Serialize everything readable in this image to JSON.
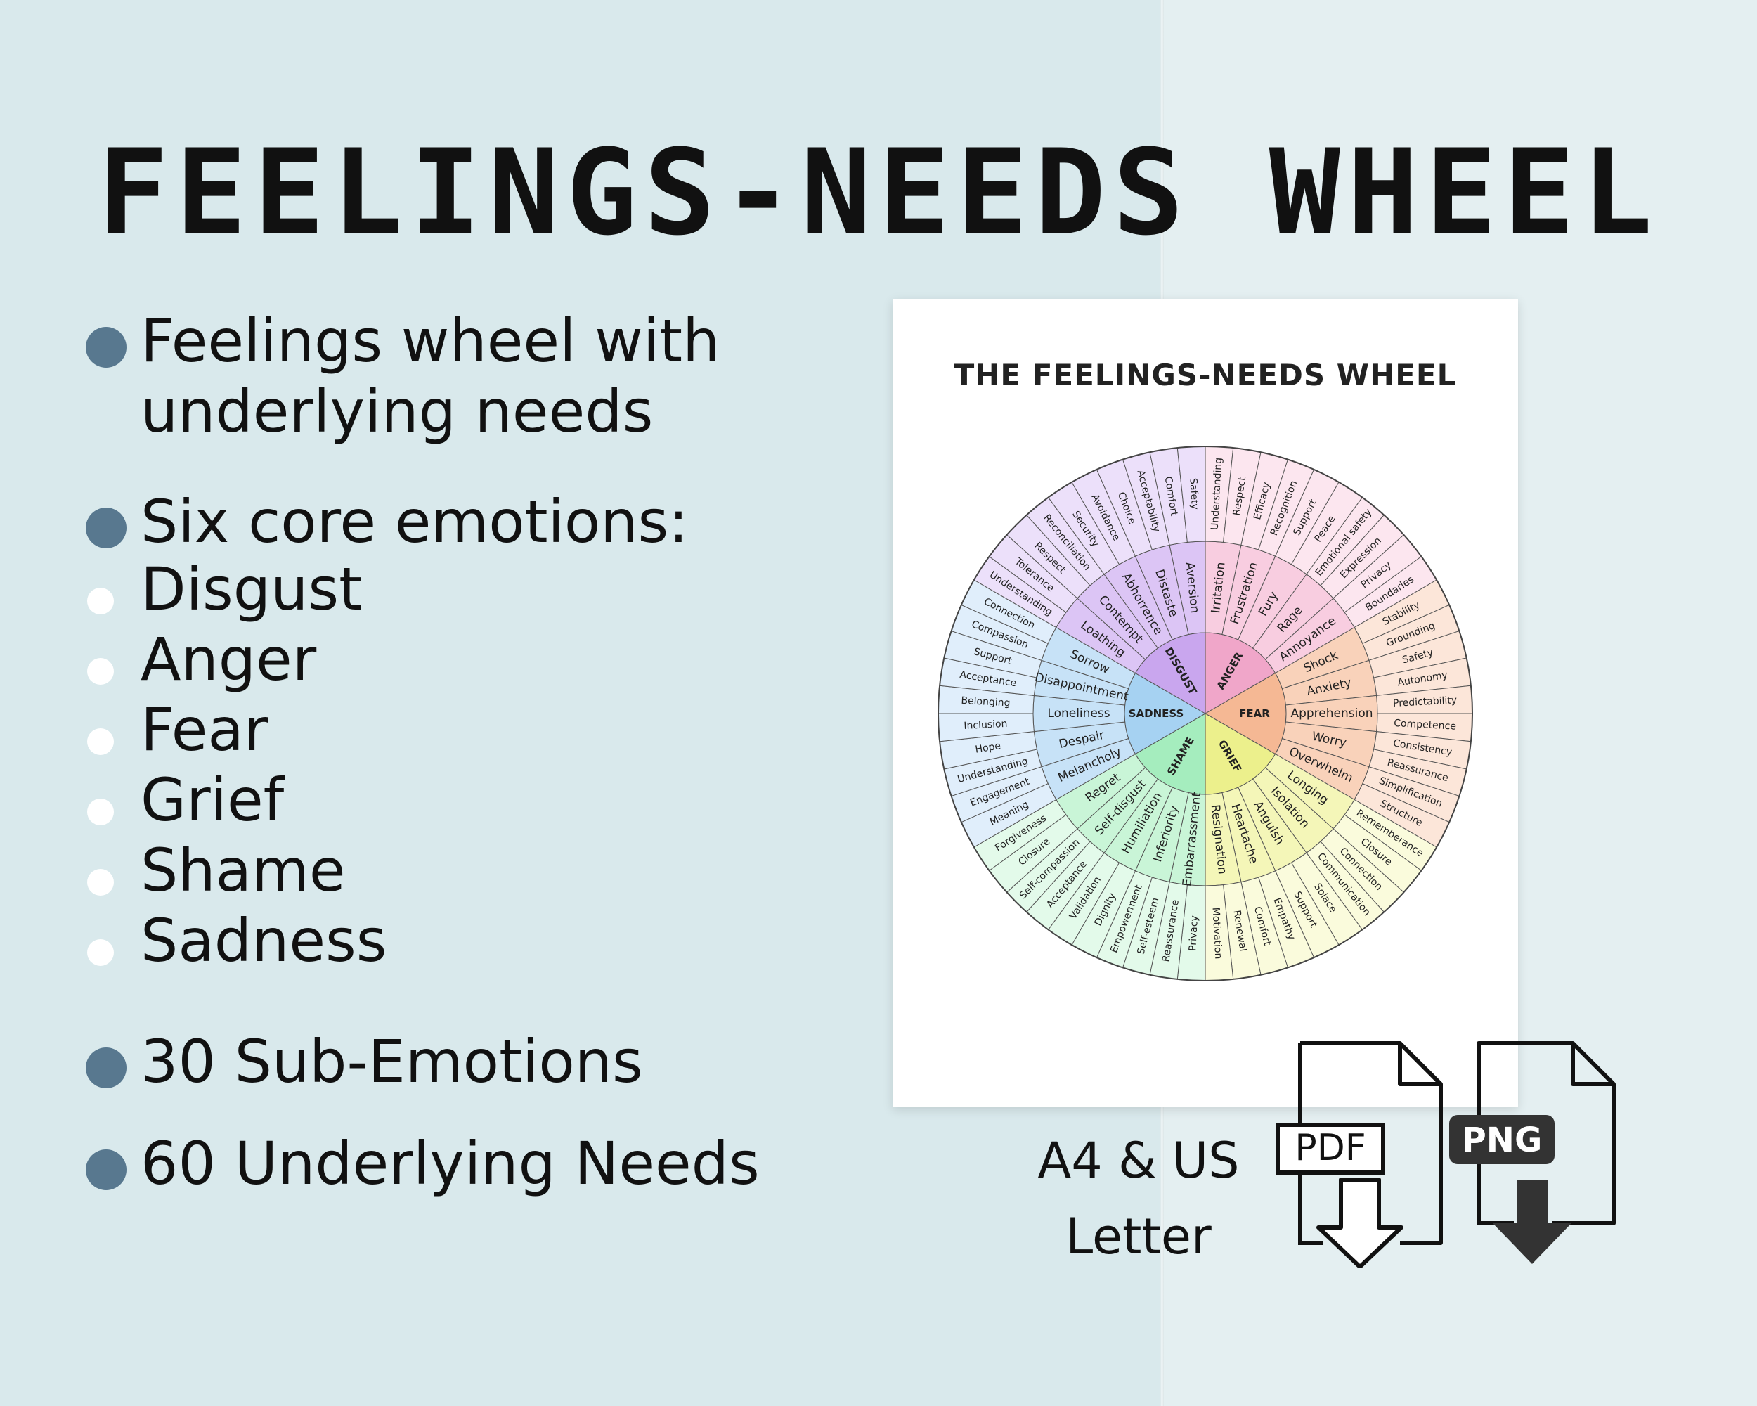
{
  "title": "FEELINGS-NEEDS WHEEL",
  "features": [
    {
      "id": "f1",
      "lines": [
        "Feelings wheel with",
        "underlying needs"
      ],
      "bullet": "dark"
    },
    {
      "id": "f2",
      "lines": [
        "Six core emotions:"
      ],
      "bullet": "dark"
    },
    {
      "id": "e1",
      "lines": [
        "Disgust"
      ],
      "bullet": "light"
    },
    {
      "id": "e2",
      "lines": [
        "Anger"
      ],
      "bullet": "light"
    },
    {
      "id": "e3",
      "lines": [
        "Fear"
      ],
      "bullet": "light"
    },
    {
      "id": "e4",
      "lines": [
        "Grief"
      ],
      "bullet": "light"
    },
    {
      "id": "e5",
      "lines": [
        "Shame"
      ],
      "bullet": "light"
    },
    {
      "id": "e6",
      "lines": [
        "Sadness"
      ],
      "bullet": "light"
    },
    {
      "id": "f3",
      "lines": [
        "30 Sub-Emotions"
      ],
      "bullet": "dark"
    },
    {
      "id": "f4",
      "lines": [
        "60 Underlying Needs"
      ],
      "bullet": "dark"
    }
  ],
  "colors": {
    "bullet_dark": "#58788f",
    "bullet_light": "#ffffff"
  },
  "preview": {
    "title": "THE FEELINGS-NEEDS WHEEL",
    "core": [
      {
        "name": "ANGER",
        "inner": "#f0a6c9",
        "mid": "#f8cde0",
        "outer": "#fce6ef",
        "subs": [
          "Irritation",
          "Frustration",
          "Fury",
          "Rage",
          "Annoyance"
        ],
        "needs": [
          "Understanding",
          "Respect",
          "Efficacy",
          "Recognition",
          "Support",
          "Peace",
          "Emotional safety",
          "Expression",
          "Privacy",
          "Boundaries"
        ]
      },
      {
        "name": "FEAR",
        "inner": "#f5b894",
        "mid": "#f9d2ba",
        "outer": "#fce6d9",
        "subs": [
          "Shock",
          "Anxiety",
          "Apprehension",
          "Worry",
          "Overwhelm"
        ],
        "needs": [
          "Stability",
          "Grounding",
          "Safety",
          "Autonomy",
          "Predictability",
          "Competence",
          "Consistency",
          "Reassurance",
          "Simplification",
          "Structure"
        ]
      },
      {
        "name": "GRIEF",
        "inner": "#ecf08c",
        "mid": "#f4f6b8",
        "outer": "#fafbdc",
        "subs": [
          "Longing",
          "Isolation",
          "Anguish",
          "Heartache",
          "Resignation"
        ],
        "needs": [
          "Rememberance",
          "Closure",
          "Connection",
          "Communication",
          "Solace",
          "Support",
          "Empathy",
          "Comfort",
          "Renewal",
          "Motivation"
        ]
      },
      {
        "name": "SHAME",
        "inner": "#a5edbe",
        "mid": "#c9f5d7",
        "outer": "#e3faea",
        "subs": [
          "Embarrassment",
          "Inferiority",
          "Humiliation",
          "Self-disgust",
          "Regret"
        ],
        "needs": [
          "Privacy",
          "Reassurance",
          "Self-esteem",
          "Empowerment",
          "Dignity",
          "Validation",
          "Acceptance",
          "Self-compassion",
          "Closure",
          "Forgiveness"
        ]
      },
      {
        "name": "SADNESS",
        "inner": "#a6d2f2",
        "mid": "#c7e2f7",
        "outer": "#e0eefb",
        "subs": [
          "Melancholy",
          "Despair",
          "Loneliness",
          "Disappointment",
          "Sorrow"
        ],
        "needs": [
          "Meaning",
          "Engagement",
          "Understanding",
          "Hope",
          "Inclusion",
          "Belonging",
          "Acceptance",
          "Support",
          "Compassion",
          "Connection"
        ]
      },
      {
        "name": "DISGUST",
        "inner": "#c9a6ee",
        "mid": "#dcc5f5",
        "outer": "#ece0fa",
        "subs": [
          "Loathing",
          "Contempt",
          "Abhorrence",
          "Distaste",
          "Aversion"
        ],
        "needs": [
          "Understanding",
          "Tolerance",
          "Respect",
          "Reconciliation",
          "Security",
          "Avoidance",
          "Choice",
          "Acceptability",
          "Comfort",
          "Safety"
        ]
      }
    ]
  },
  "formats": {
    "line1": "A4 & US",
    "line2": "Letter",
    "pdf_label": "PDF",
    "png_label": "PNG"
  }
}
